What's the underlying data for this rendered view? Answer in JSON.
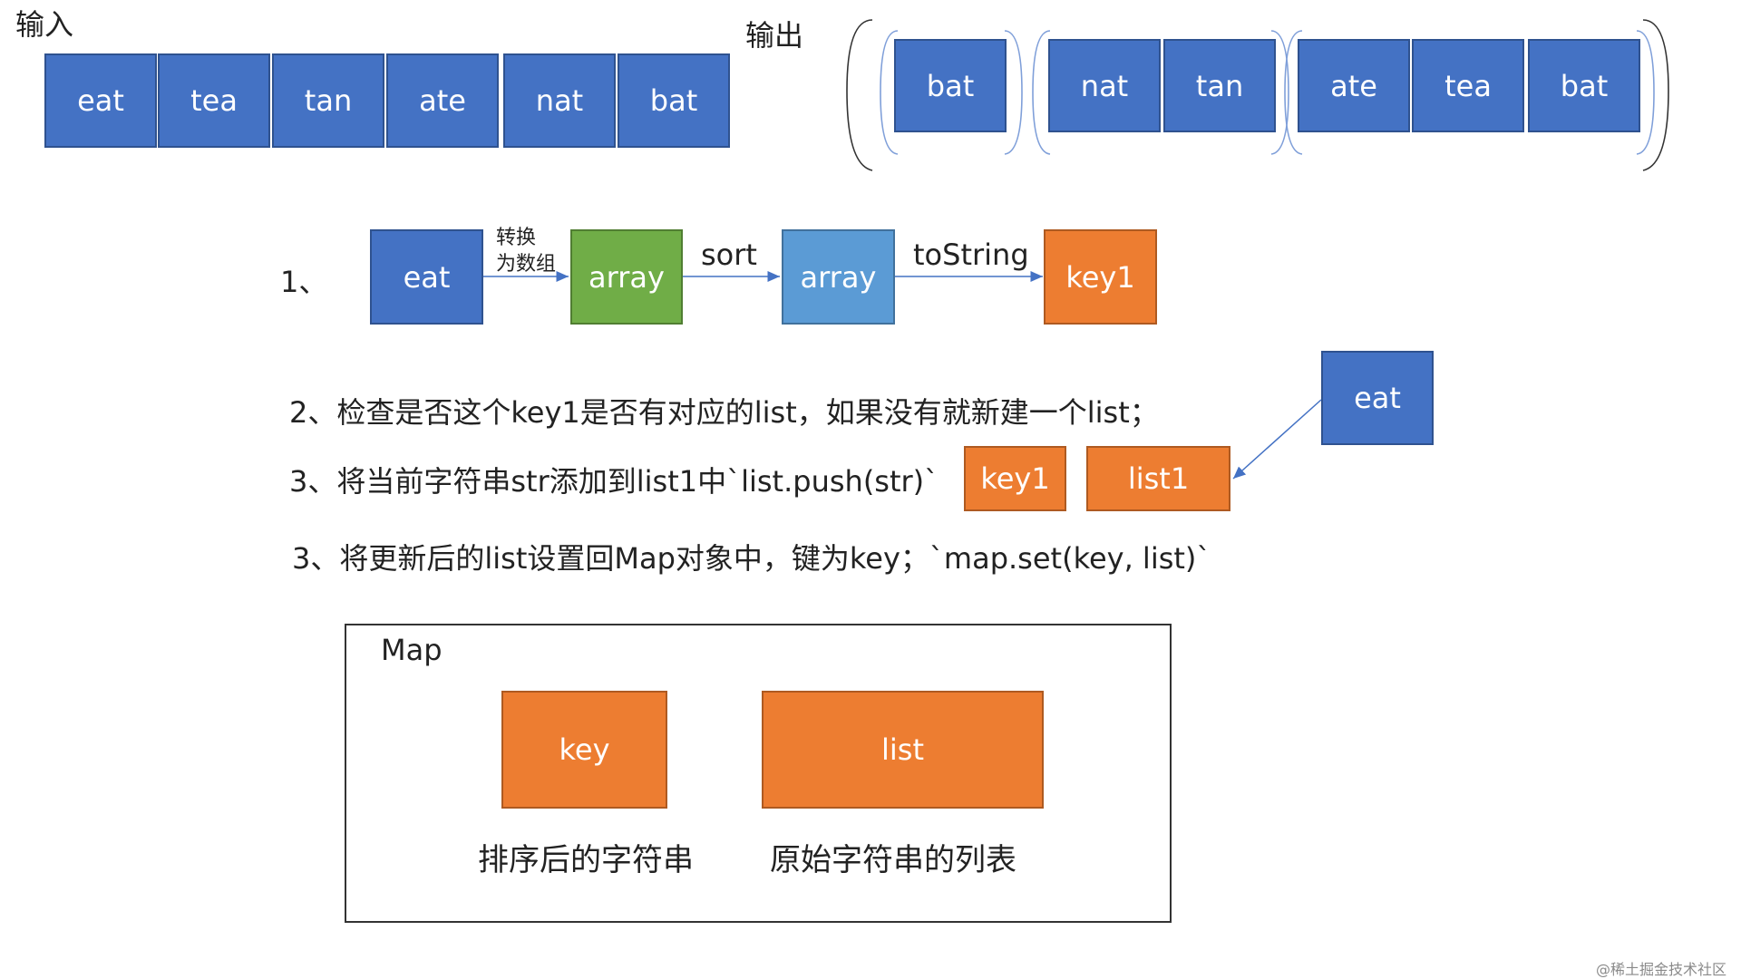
{
  "input": {
    "label": "输入",
    "items": [
      "eat",
      "tea",
      "tan",
      "ate",
      "nat",
      "bat"
    ]
  },
  "output": {
    "label": "输出",
    "groups": [
      [
        "bat"
      ],
      [
        "nat",
        "tan"
      ],
      [
        "ate",
        "tea",
        "bat"
      ]
    ]
  },
  "step1": {
    "number": "1、",
    "start": "eat",
    "convert_line1": "转换",
    "convert_line2": "为数组",
    "array1": "array",
    "sort": "sort",
    "array2": "array",
    "tostring": "toString",
    "key": "key1"
  },
  "step2": {
    "text": "2、检查是否这个key1是否有对应的list，如果没有就新建一个list；",
    "eat": "eat"
  },
  "step3": {
    "text": "3、将当前字符串str添加到list1中`list.push(str)`",
    "key": "key1",
    "list": "list1"
  },
  "step4": {
    "text": "3、将更新后的list设置回Map对象中，键为key；`map.set(key, list)`"
  },
  "map": {
    "title": "Map",
    "key_label": "key",
    "list_label": "list",
    "key_caption": "排序后的字符串",
    "list_caption": "原始字符串的列表"
  },
  "watermark": "@稀土掘金技术社区",
  "colors": {
    "blue": "#4472C4",
    "green": "#70AD47",
    "light_blue": "#5B9BD5",
    "orange": "#ED7D31"
  }
}
